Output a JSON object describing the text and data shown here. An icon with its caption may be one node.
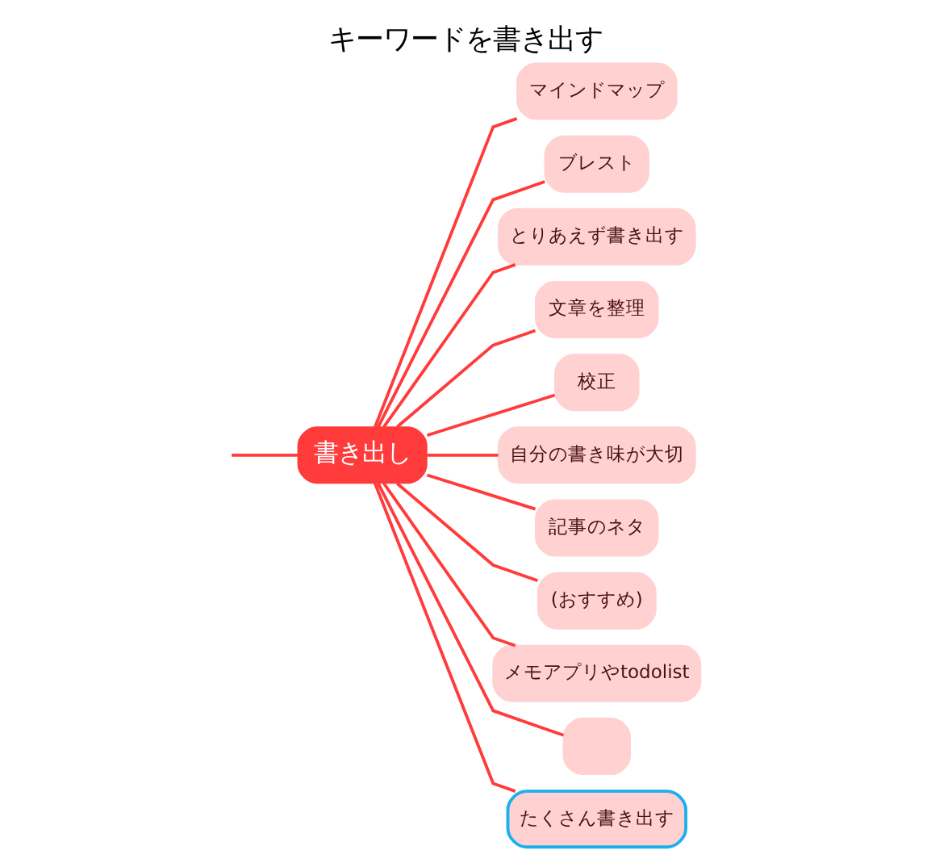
{
  "diagram": {
    "title": "キーワードを書き出す",
    "nodes": [
      {
        "text": [
          "書き出し"
        ]
      },
      {
        "text": [
          "マインドマップ"
        ]
      },
      {
        "text": [
          "ブレスト"
        ]
      },
      {
        "text": [
          "とりあえず書き出す"
        ]
      },
      {
        "text": [
          "文章を整理"
        ]
      },
      {
        "text": [
          "校正"
        ]
      },
      {
        "text": [
          "自分の書き味が大切"
        ]
      },
      {
        "text": [
          "記事のネタ"
        ]
      },
      {
        "text": [
          "(おすすめ)"
        ]
      },
      {
        "text": [
          "メモアプリやtodolist"
        ]
      },
      {
        "text": [],
        "shape": "box"
      },
      {
        "text": [
          "たくさん書き出す"
        ]
      }
    ],
    "edges": [
      {
        "from": null,
        "to": 0,
        "arrow": "none"
      },
      {
        "from": 0,
        "to": 1,
        "arrow": "none"
      },
      {
        "from": 0,
        "to": 2,
        "arrow": "none"
      },
      {
        "from": 0,
        "to": 3,
        "arrow": "none"
      },
      {
        "from": 0,
        "to": 4,
        "arrow": "none"
      },
      {
        "from": 0,
        "to": 5,
        "arrow": "none"
      },
      {
        "from": 0,
        "to": 6,
        "arrow": "none"
      },
      {
        "from": 0,
        "to": 7,
        "arrow": "none"
      },
      {
        "from": 0,
        "to": 8,
        "arrow": "none"
      },
      {
        "from": 0,
        "to": 9,
        "arrow": "none"
      },
      {
        "from": 0,
        "to": 10,
        "arrow": "none"
      },
      {
        "from": 0,
        "to": 11,
        "arrow": "none"
      }
    ]
  }
}
